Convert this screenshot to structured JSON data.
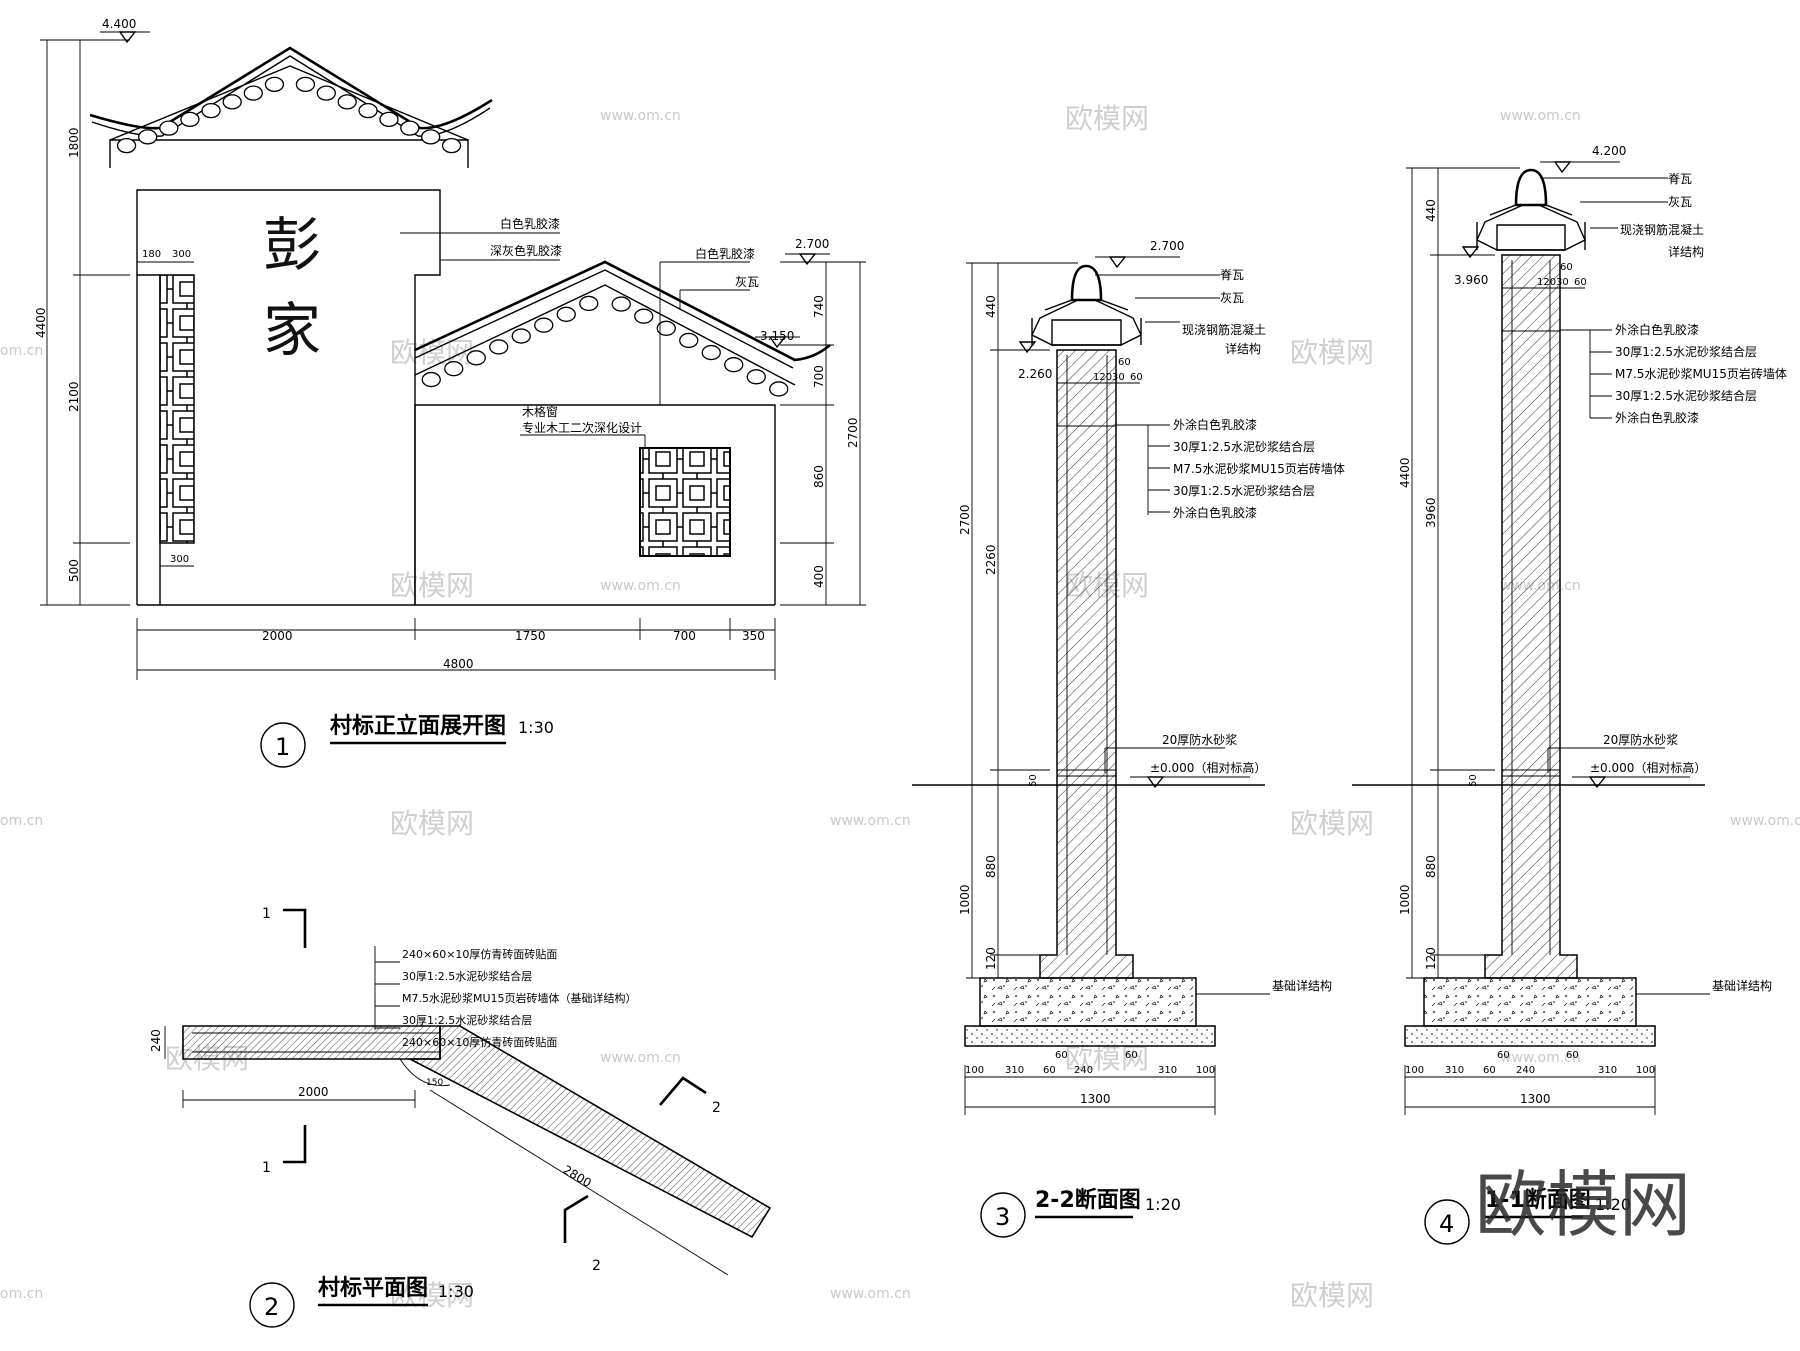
{
  "watermarks": {
    "url": "www.om.cn",
    "cn": "欧模网",
    "partial": "om.cn"
  },
  "big_watermark": "欧模网",
  "drawing1": {
    "number": "1",
    "title": "村标正立面展开图",
    "scale": "1:30",
    "sign_chars": [
      "彭",
      "家"
    ],
    "elev_top": "4.400",
    "elev_right_top": "2.700",
    "elev_eave": "3.150",
    "dims_left": [
      "1800",
      "2100",
      "500",
      "4400"
    ],
    "dims_right": [
      "740",
      "700",
      "860",
      "400",
      "2700"
    ],
    "dims_small": [
      "180",
      "300",
      "300"
    ],
    "dims_bottom": [
      "2000",
      "1750",
      "700",
      "350",
      "4800"
    ],
    "labels": {
      "white_paint": "白色乳胶漆",
      "dark_grey_paint": "深灰色乳胶漆",
      "white_paint_2": "白色乳胶漆",
      "grey_tile": "灰瓦",
      "window_1": "木格窗",
      "window_2": "专业木工二次深化设计"
    }
  },
  "drawing2": {
    "number": "2",
    "title": "村标平面图",
    "scale": "1:30",
    "cut1": "1",
    "cut2": "2",
    "layers": [
      "240×60×10厚仿青砖面砖贴面",
      "30厚1:2.5水泥砂浆结合层",
      "M7.5水泥砂浆MU15页岩砖墙体（基础详结构）",
      "30厚1:2.5水泥砂浆结合层",
      "240×60×10厚仿青砖面砖贴面"
    ],
    "dims": [
      "240",
      "2000",
      "2800",
      "150"
    ]
  },
  "drawing3": {
    "number": "3",
    "title": "2-2断面图",
    "scale": "1:20",
    "elev_top": "2.700",
    "elev_side": "2.260",
    "elev_zero": "±0.000（相对标高）",
    "cap_labels": [
      "脊瓦",
      "灰瓦",
      "现浇钢筋混凝土",
      "详结构"
    ],
    "wall_labels": [
      "外涂白色乳胶漆",
      "30厚1:2.5水泥砂浆结合层",
      "M7.5水泥砂浆MU15页岩砖墙体",
      "30厚1:2.5水泥砂浆结合层",
      "外涂白色乳胶漆"
    ],
    "waterproof": "20厚防水砂浆",
    "foundation": "基础详结构",
    "dims_left": [
      "440",
      "2260",
      "2700",
      "50",
      "880",
      "120",
      "1000"
    ],
    "dims_top": [
      "120",
      "30",
      "60"
    ],
    "dims_bottom": [
      "100",
      "310",
      "60",
      "60",
      "240",
      "60",
      "310",
      "100",
      "1300"
    ]
  },
  "drawing4": {
    "number": "4",
    "title": "1-1断面图",
    "scale": "1:20",
    "elev_top": "4.200",
    "elev_side": "3.960",
    "elev_zero": "±0.000（相对标高）",
    "cap_labels": [
      "脊瓦",
      "灰瓦",
      "现浇钢筋混凝土",
      "详结构"
    ],
    "wall_labels": [
      "外涂白色乳胶漆",
      "30厚1:2.5水泥砂浆结合层",
      "M7.5水泥砂浆MU15页岩砖墙体",
      "30厚1:2.5水泥砂浆结合层",
      "外涂白色乳胶漆"
    ],
    "waterproof": "20厚防水砂浆",
    "foundation": "基础详结构",
    "dims_left": [
      "440",
      "3960",
      "4400",
      "50",
      "880",
      "120",
      "1000"
    ],
    "dims_top": [
      "120",
      "30",
      "60"
    ],
    "dims_bottom": [
      "100",
      "310",
      "60",
      "60",
      "240",
      "60",
      "310",
      "100",
      "1300"
    ]
  }
}
